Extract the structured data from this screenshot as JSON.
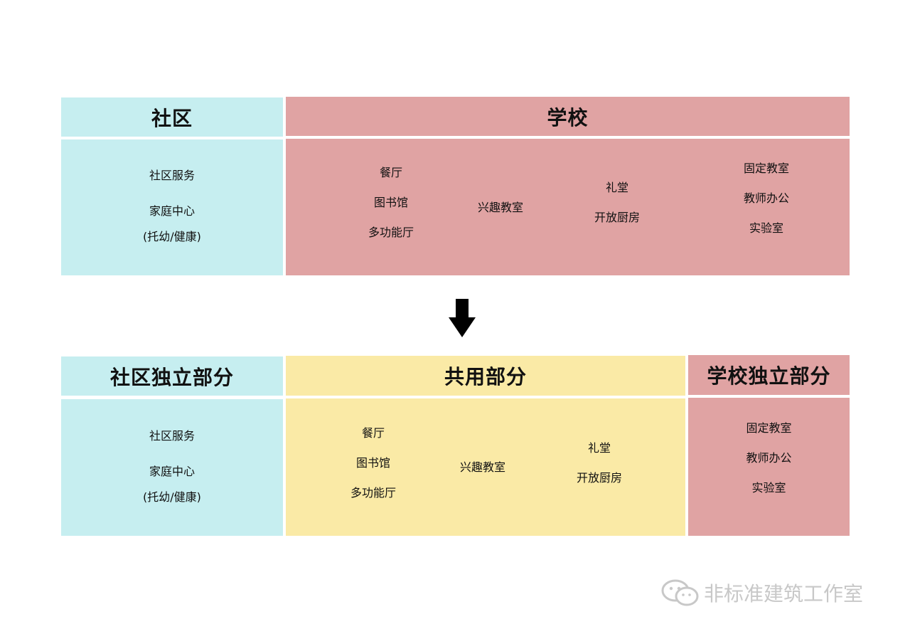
{
  "top": {
    "community_header": "社区",
    "school_header": "学校",
    "community_items": [
      "社区服务",
      "家庭中心",
      "(托幼/健康)"
    ],
    "school_groups": [
      [
        "餐厅",
        "图书馆",
        "多功能厅"
      ],
      [
        "兴趣教室"
      ],
      [
        "礼堂",
        "开放厨房"
      ],
      [
        "固定教室",
        "教师办公",
        "实验室"
      ]
    ]
  },
  "bottom": {
    "community_header": "社区独立部分",
    "shared_header": "共用部分",
    "school_header": "学校独立部分",
    "community_items": [
      "社区服务",
      "家庭中心",
      "(托幼/健康)"
    ],
    "shared_groups": [
      [
        "餐厅",
        "图书馆",
        "多功能厅"
      ],
      [
        "兴趣教室"
      ],
      [
        "礼堂",
        "开放厨房"
      ]
    ],
    "school_items": [
      "固定教室",
      "教师办公",
      "实验室"
    ]
  },
  "watermark": "非标准建筑工作室",
  "colors": {
    "community": "#c6eef0",
    "school": "#e0a3a3",
    "shared": "#faeaa6"
  }
}
